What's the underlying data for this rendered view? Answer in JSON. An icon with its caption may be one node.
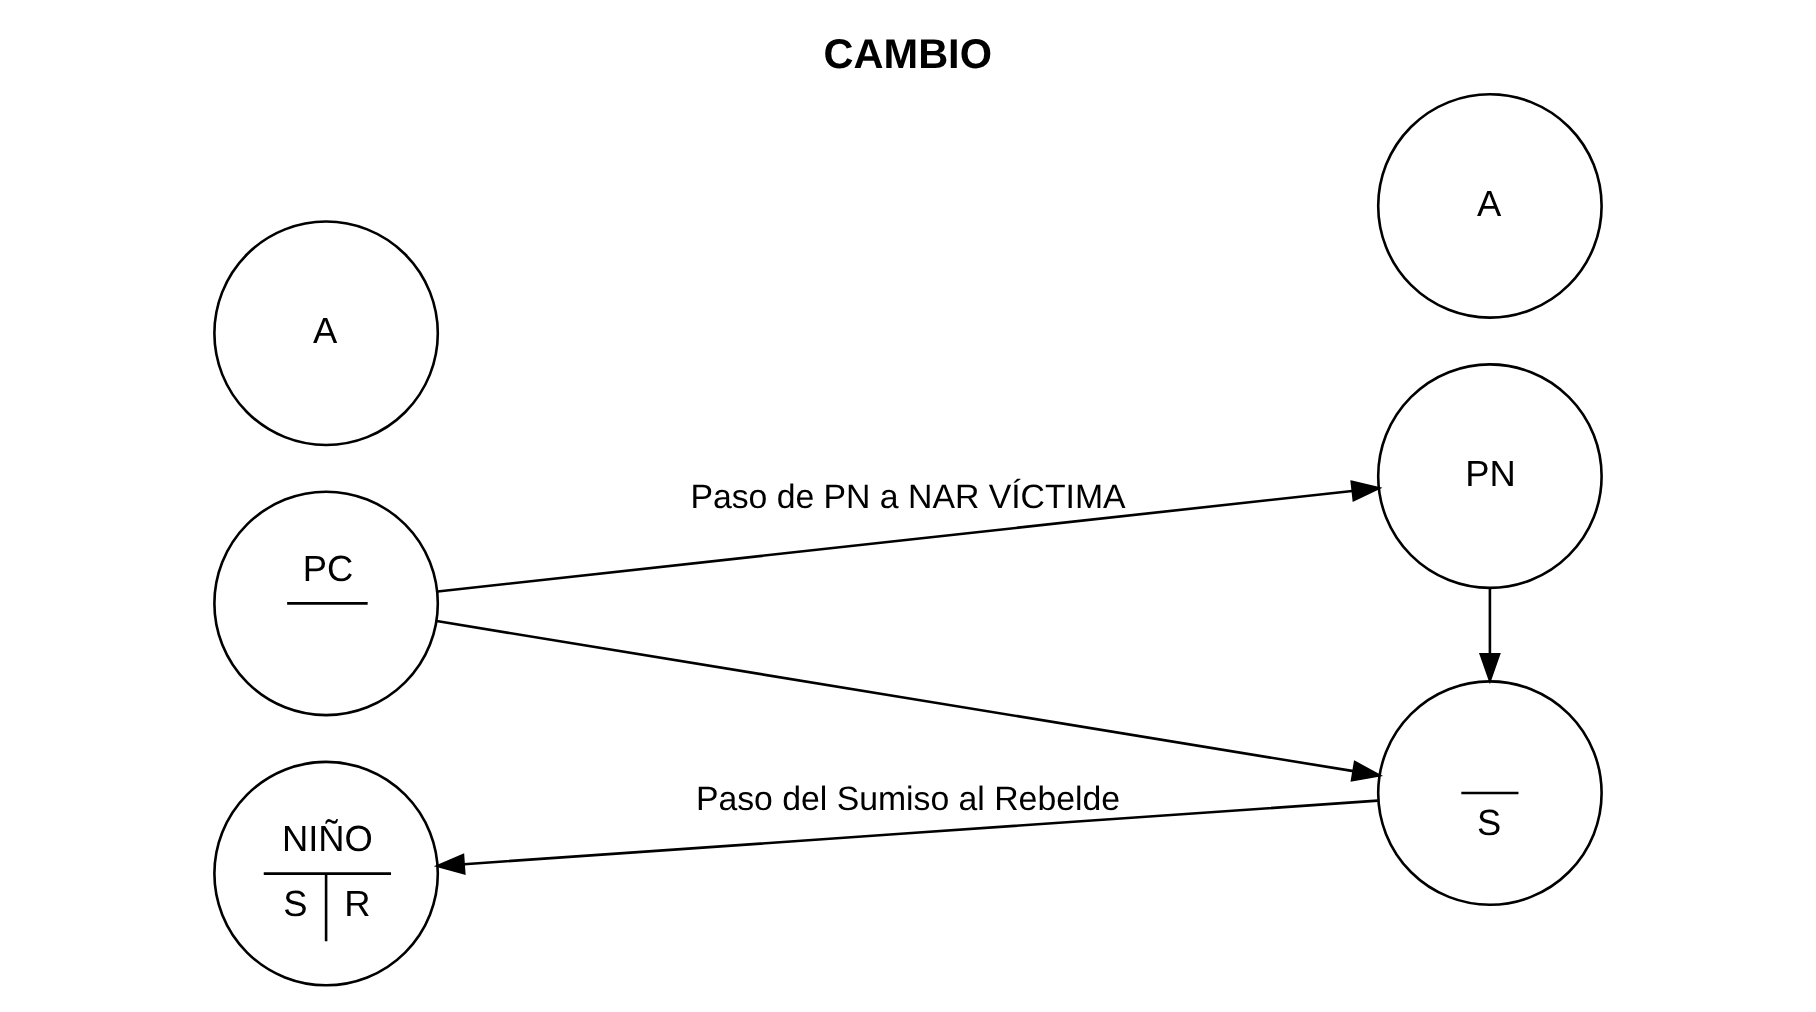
{
  "diagram": {
    "title": "CAMBIO",
    "nodes": [
      {
        "text": [
          "PC"
        ]
      },
      {
        "text": [
          "PN"
        ]
      },
      {
        "text": [
          "A"
        ]
      },
      {
        "text": [
          "A"
        ]
      },
      {
        "text": [
          "NIÑO",
          "S",
          "R"
        ]
      },
      {
        "text": [
          "S"
        ]
      }
    ],
    "edges": [
      {
        "from": 0,
        "to": 1,
        "arrow": "to",
        "label": "Paso de PN a NAR VÍCTIMA"
      },
      {
        "from": 0,
        "to": 5,
        "arrow": "to"
      },
      {
        "from": 1,
        "to": 5,
        "arrow": "to"
      },
      {
        "from": 5,
        "to": 4,
        "arrow": "to",
        "label": "Paso del Sumiso al Rebelde"
      }
    ]
  }
}
